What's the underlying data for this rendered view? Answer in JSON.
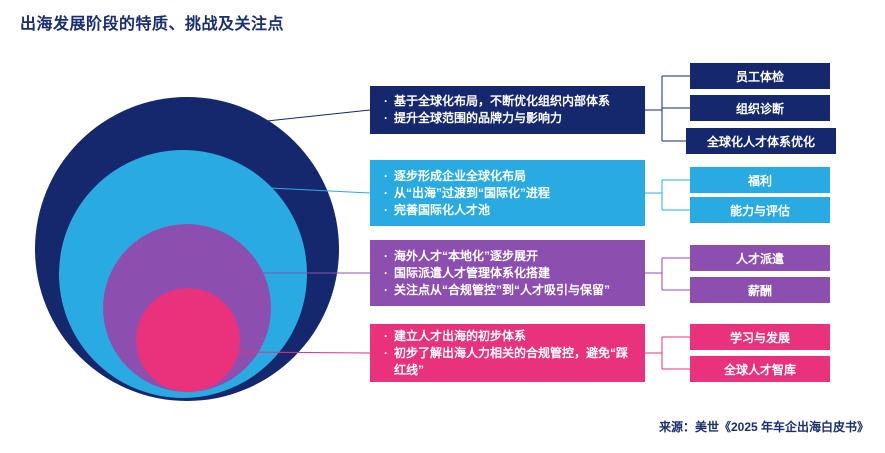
{
  "page": {
    "title": "出海发展阶段的特质、挑战及关注点",
    "source": "来源：美世《2025 年车企出海白皮书》"
  },
  "colors": {
    "navy": "#16286d",
    "cyan": "#29abe2",
    "purple": "#8c4fb0",
    "pink": "#e9317c",
    "title_text": "#1a2e6e",
    "background": "#ffffff"
  },
  "stages": [
    {
      "name": "globalization-optimization",
      "color": "#16286d",
      "bullets": [
        "基于全球化布局，不断优化组织内部体系",
        "提升全球范围的品牌力与影响力"
      ],
      "tags": [
        "员工体检",
        "组织诊断",
        "全球化人才体系优化"
      ]
    },
    {
      "name": "internationalization",
      "color": "#29abe2",
      "bullets": [
        "逐步形成企业全球化布局",
        "从“出海”过渡到“国际化”进程",
        "完善国际化人才池"
      ],
      "tags": [
        "福利",
        "能力与评估"
      ]
    },
    {
      "name": "localization",
      "color": "#8c4fb0",
      "bullets": [
        "海外人才“本地化”逐步展开",
        "国际派遣人才管理体系化搭建",
        "关注点从“合规管控”到“人才吸引与保留”"
      ],
      "tags": [
        "人才派遣",
        "薪酬"
      ]
    },
    {
      "name": "initial-system",
      "color": "#e9317c",
      "bullets": [
        "建立人才出海的初步体系",
        "初步了解出海人力相关的合规管控，避免“踩红线”"
      ],
      "tags": [
        "学习与发展",
        "全球人才智库"
      ]
    }
  ]
}
